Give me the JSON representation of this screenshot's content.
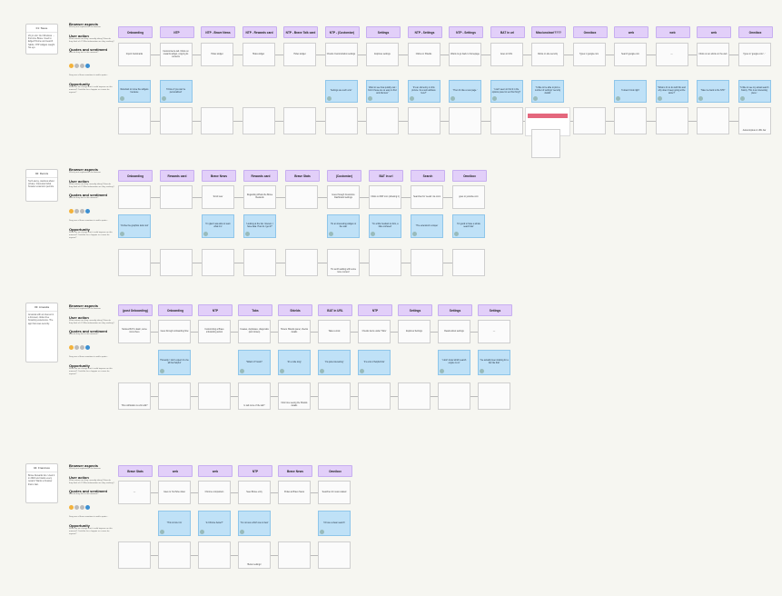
{
  "personas": [
    {
      "tag": "01: Steve",
      "desc": "29 yrs old. Our Windows → first-time Brave. Used to Edge/Chrome and search habits; NTP widgets caught his eye."
    },
    {
      "tag": "02: Dennis",
      "desc": "Tech-savvy, cautious about privacy. Interested what browser extension permits."
    },
    {
      "tag": "03: Amanda",
      "desc": "Amanda with an interest in a focused, clutter-free browsing experience. The app that uses security."
    },
    {
      "tag": "04: Francisco",
      "desc": "Brave Rewards fan. Used it in 2018 and tracks every reward. Wants a browser that is fast."
    }
  ],
  "legend": {
    "h1": "Browser aspects",
    "s1": "Which parts explored in the browser",
    "h2": "User action",
    "s2": "What actions are they currently taking? How do they think of it? What information are they seeking?",
    "h3": "Quotes and sentiment",
    "s3": "How do they feel in this moment?",
    "s3b": "Drag one of these emotions to add a quote...",
    "h4": "Opportunity",
    "s4": "What can we change that it could improve on this moment? Could be for a happier or a more for anyone?"
  },
  "rows": [
    {
      "stages": [
        "Onboarding",
        "NTP",
        "NTP - Brave News",
        "NTP - Rewards card",
        "NTP - Brave Talk card",
        "NTP - (Customize)",
        "Settings",
        "NTP - Settings",
        "NTP - Settings",
        "BAT in url",
        "Misc/unclear/????",
        "Omnibox",
        "web",
        "web",
        "web",
        "Omnibox"
      ],
      "actions": [
        "Import bookmarks",
        "Customized a tab. Clicks on rewards widget, copying its contents",
        "Hides widget",
        "Hides widget",
        "Hides widget",
        "Checks Customization settings",
        "Explores settings",
        "Clicks on Shields",
        "Wants to go back to homepage",
        "Goes to URL",
        "Clicks on site security",
        "Types in google.com",
        "Search google.com",
        "—",
        "Clicks on an article on the web",
        "Types in 'google.com/...'"
      ],
      "quotes": [
        "Reluctant to move the widgets because",
        "'I'd love if you can be personalized'",
        "",
        "",
        "",
        "'Settings are such a lot'",
        "'Want to see how quickly can i find it these are so easy to find and discover'",
        "'It's an odd entry on this picture. Its a web address here?'",
        "'Then it's like a new page.'",
        "'I can't seem to find it in the options panel to set this thing?'",
        "'I'd like to be able to pick a number of settings' 'security details'",
        "",
        "'It doesn't look right'",
        "'What is it's to do with this and why does it keep going at the same?'",
        "'Take me back to the NTP.'",
        "'I'd like to see my actual search history. This is an interesting piece.'"
      ],
      "opps": [
        "",
        "",
        "",
        "",
        "",
        "",
        "",
        "",
        "",
        "",
        "",
        "",
        "",
        "",
        "",
        "Autocomplete in URL bar"
      ]
    },
    {
      "stages": [
        "Onboarding",
        "Rewards card",
        "Brave News",
        "Rewards card",
        "Brave Stats",
        "(Customize)",
        "BAT in url",
        "Search",
        "Omnibox"
      ],
      "actions": [
        "",
        "",
        "Scroll over",
        "Regarding Whats the Brave Rewards",
        "",
        "Goes through Customize Dashboard settings",
        "Clicks on BAT icon (showing it)",
        "Searches for 'seeds' via omni",
        "goes to youtube.com"
      ],
      "quotes": [
        "'It's like the graphics look cool'",
        "",
        "'I'm glad I was able to learn what it is'",
        "'Looking at the bar. Interest. I have data. How do I get it?'",
        "",
        "'It's an interesting widget on the side'",
        "'I'm a little hesitant to click, a little confused'",
        "'The extension's unique'",
        "'It's good to have a whole search bar'"
      ],
      "opps": [
        "",
        "",
        "",
        "",
        "",
        "'It's worth adding with some more context'",
        "",
        "",
        ""
      ]
    },
    {
      "stages": [
        "(post Onboarding)",
        "Onboarding",
        "NTP",
        "Tabs",
        "Shields",
        "BAT in URL",
        "NTP",
        "Settings",
        "Settings",
        "Settings"
      ],
      "actions": [
        "Notices BAT in dash, some icons there",
        "Goes through onboarding flow",
        "Customizing a Brave onboarding action",
        "Creates, duplicates, drags tabs (and closes)",
        "Hovers Shields panel, checks details",
        "Takes a look",
        "Checks items under 'Tabs'",
        "Explores Settings",
        "Reads about settings",
        "—"
      ],
      "quotes": [
        "",
        "'Honestly, I don't expect it to be all that helpful'",
        "",
        "'What's it? Gosh!'",
        "'It's a mile long'",
        "'It's quite interesting'",
        "'It's a lot of helpful bits'",
        "",
        "'I don't know which search engine is on'",
        "'I've actually been looking for a bar like that'"
      ],
      "opps": [
        "This notification is a bit odd?",
        "",
        "",
        "Is tab more of the tab?",
        "First time seeing the Shields details",
        "",
        "",
        "",
        "",
        ""
      ]
    },
    {
      "stages": [
        "Brave Stats",
        "web",
        "web",
        "NTP",
        "Brave News",
        "Omnibox"
      ],
      "actions": [
        "—",
        "Goes to YouTube video",
        "Chrome comparison",
        "Sees Brave entry",
        "Pokes at Brave News",
        "Searches for news related"
      ],
      "quotes": [
        "",
        "'This is how it is'",
        "'Is Chrome better?'",
        "'I'm not sure which one is best'",
        "",
        "'I'd love a clean search'"
      ],
      "opps": [
        "",
        "",
        "",
        "'Better settings'",
        "",
        ""
      ]
    }
  ]
}
